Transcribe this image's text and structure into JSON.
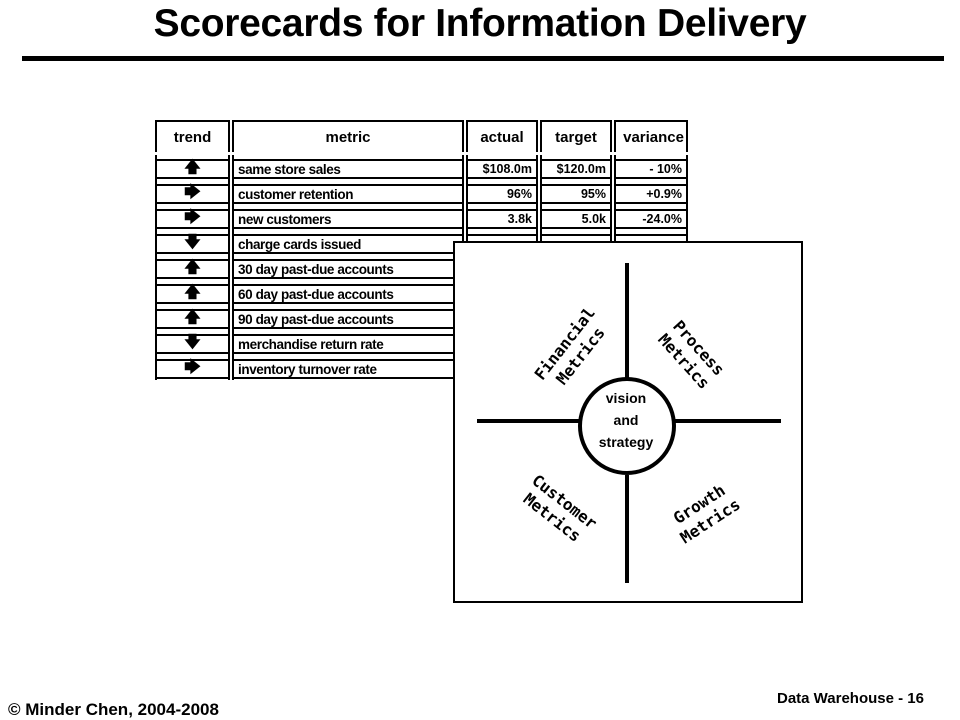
{
  "slide": {
    "title": "Scorecards for Information Delivery",
    "footer_left": "© Minder Chen, 2004-2008",
    "footer_right": "Data Warehouse - 16"
  },
  "table": {
    "headers": {
      "trend": "trend",
      "metric": "metric",
      "actual": "actual",
      "target": "target",
      "variance": "variance"
    },
    "rows": [
      {
        "trend": "🡅",
        "trend_icon": "arrow-up-icon",
        "metric": "same store sales",
        "actual": "$108.0m",
        "target": "$120.0m",
        "variance": "- 10%"
      },
      {
        "trend": "🡆",
        "trend_icon": "arrow-right-icon",
        "metric": "customer retention",
        "actual": "96%",
        "target": "95%",
        "variance": "+0.9%"
      },
      {
        "trend": "🡆",
        "trend_icon": "arrow-right-icon",
        "metric": "new customers",
        "actual": "3.8k",
        "target": "5.0k",
        "variance": "-24.0%"
      },
      {
        "trend": "🡇",
        "trend_icon": "arrow-down-icon",
        "metric": "charge cards issued"
      },
      {
        "trend": "🡅",
        "trend_icon": "arrow-up-icon",
        "metric": "30 day past-due accounts"
      },
      {
        "trend": "🡅",
        "trend_icon": "arrow-up-icon",
        "metric": "60 day past-due accounts"
      },
      {
        "trend": "🡅",
        "trend_icon": "arrow-up-icon",
        "metric": "90 day past-due accounts"
      },
      {
        "trend": "🡇",
        "trend_icon": "arrow-down-icon",
        "metric": "merchandise return rate"
      },
      {
        "trend": "🡆",
        "trend_icon": "arrow-right-icon",
        "metric": "inventory turnover rate"
      }
    ]
  },
  "diagram": {
    "center": {
      "line1": "vision",
      "line2": "and",
      "line3": "strategy"
    },
    "financial": {
      "line1": "Financial",
      "line2": "Metrics"
    },
    "process": {
      "line1": "Process",
      "line2": "Metrics"
    },
    "customer": {
      "line1": "Customer",
      "line2": "Metrics"
    },
    "growth": {
      "line1": "Growth",
      "line2": "Metrics"
    }
  }
}
